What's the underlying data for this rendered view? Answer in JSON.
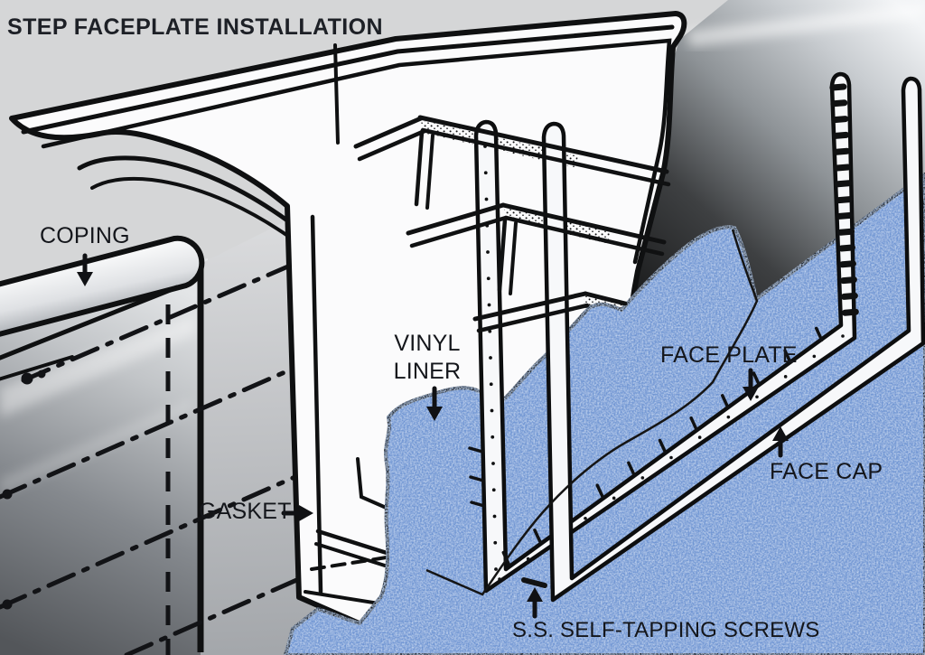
{
  "title": "STEP FACEPLATE INSTALLATION",
  "labels": {
    "coping": "COPING",
    "vinyl_line1": "VINYL",
    "vinyl_line2": "LINER",
    "gasket": "GASKET",
    "face_plate": "FACE PLATE",
    "face_cap": "FACE CAP",
    "screws": "S.S. SELF-TAPPING SCREWS"
  },
  "colors": {
    "background": "#d5d6d7",
    "liner_blue": "#6e94d3",
    "liner_light": "#a3bfe9",
    "liner_dark": "#4b71b4",
    "wall_silver": "#c7cbcf",
    "wall_dark": "#2a2c2e",
    "step_white": "#fbfbfc",
    "ink": "#14161b",
    "title_ink": "#1d2026"
  }
}
